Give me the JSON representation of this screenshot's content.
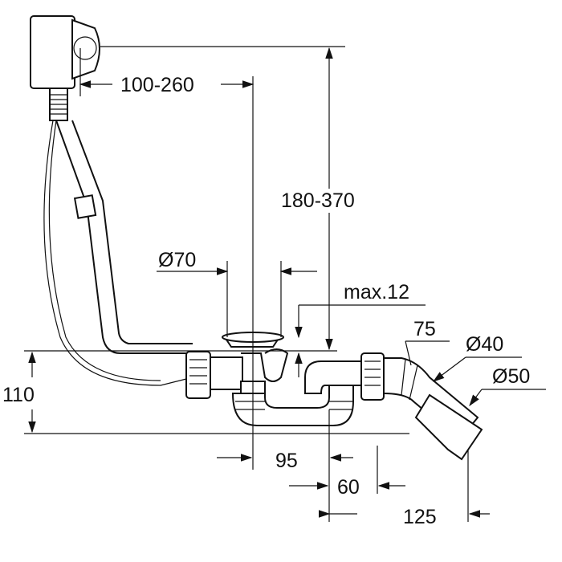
{
  "dimensions": {
    "overflow_offset": "100-260",
    "overflow_height": "180-370",
    "waste_diameter": "Ø70",
    "max_thickness": "max.12",
    "bend_length": "75",
    "outlet_diameter_small": "Ø40",
    "outlet_diameter_large": "Ø50",
    "trap_height": "110",
    "trap_offset": "95",
    "outlet_offset": "60",
    "outlet_reach": "125"
  },
  "colors": {
    "line": "#111111",
    "background": "#ffffff"
  }
}
